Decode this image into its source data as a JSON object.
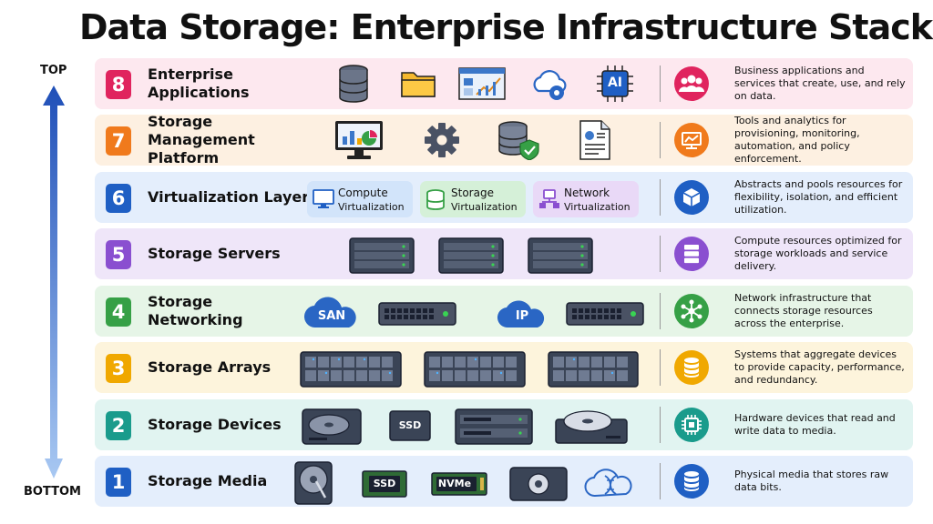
{
  "title": "Data Storage: Enterprise Infrastructure Stack",
  "axis": {
    "top": "TOP",
    "bottom": "BOTTOM"
  },
  "layers": [
    {
      "num": "8",
      "name": "Enterprise Applications",
      "desc": "Business applications and services that create, use, and rely on data.",
      "bg": "#fde8ef",
      "badge": "#e0245e",
      "circle": "#e0245e",
      "icons": [
        "database-icon",
        "folder-icon",
        "dashboard-icon",
        "cloud-gear-icon",
        "ai-chip-icon"
      ],
      "icon_text": {
        "ai": "AI"
      }
    },
    {
      "num": "7",
      "name": "Storage Management Platform",
      "desc": "Tools and analytics for provisioning, monitoring, automation, and policy enforcement.",
      "bg": "#fdf0e1",
      "badge": "#f07a1c",
      "circle": "#f07a1c",
      "icons": [
        "monitor-chart-icon",
        "gear-icon",
        "database-shield-icon",
        "report-icon"
      ]
    },
    {
      "num": "6",
      "name": "Virtualization Layer",
      "desc": "Abstracts and pools resources for flexibility, isolation, and efficient utilization.",
      "bg": "#e4eefc",
      "badge": "#1f5fc4",
      "circle": "#1f5fc4",
      "virt": [
        {
          "label": "Compute",
          "sub": "Virtualization",
          "bg": "#d2e4fa"
        },
        {
          "label": "Storage",
          "sub": "Virtualization",
          "bg": "#d5f0d8"
        },
        {
          "label": "Network",
          "sub": "Virtualization",
          "bg": "#e9d9f7"
        }
      ]
    },
    {
      "num": "5",
      "name": "Storage Servers",
      "desc": "Compute resources optimized for storage workloads and service delivery.",
      "bg": "#efe6f9",
      "badge": "#8a4fd0",
      "circle": "#8a4fd0",
      "icons": [
        "server-icon",
        "server-icon",
        "server-icon"
      ]
    },
    {
      "num": "4",
      "name": "Storage Networking",
      "desc": "Network infrastructure that connects storage resources across the enterprise.",
      "bg": "#e6f5e7",
      "badge": "#36a046",
      "circle": "#36a046",
      "icons": [
        "san-cloud-icon",
        "network-switch-icon",
        "ip-cloud-icon",
        "network-switch-icon"
      ],
      "icon_text": {
        "san": "SAN",
        "ip": "IP"
      }
    },
    {
      "num": "3",
      "name": "Storage Arrays",
      "desc": "Systems that aggregate devices to provide capacity, performance, and redundancy.",
      "bg": "#fdf4dc",
      "badge": "#f0a800",
      "circle": "#f0a800",
      "icons": [
        "storage-array-icon",
        "storage-array-icon",
        "storage-array-icon"
      ]
    },
    {
      "num": "2",
      "name": "Storage Devices",
      "desc": "Hardware devices that read and write data to media.",
      "bg": "#e1f4f1",
      "badge": "#1a9b8c",
      "circle": "#1a9b8c",
      "icons": [
        "hard-drive-icon",
        "ssd-icon",
        "drive-enclosure-icon",
        "optical-drive-icon"
      ],
      "icon_text": {
        "ssd": "SSD"
      }
    },
    {
      "num": "1",
      "name": "Storage Media",
      "desc": "Physical media that stores raw data bits.",
      "bg": "#e4eefc",
      "badge": "#1f5fc4",
      "circle": "#1f5fc4",
      "icons": [
        "hdd-platter-icon",
        "ssd-chip-icon",
        "nvme-icon",
        "tape-icon",
        "dna-cloud-icon"
      ],
      "icon_text": {
        "ssd": "SSD",
        "nvme": "NVMe"
      }
    }
  ]
}
